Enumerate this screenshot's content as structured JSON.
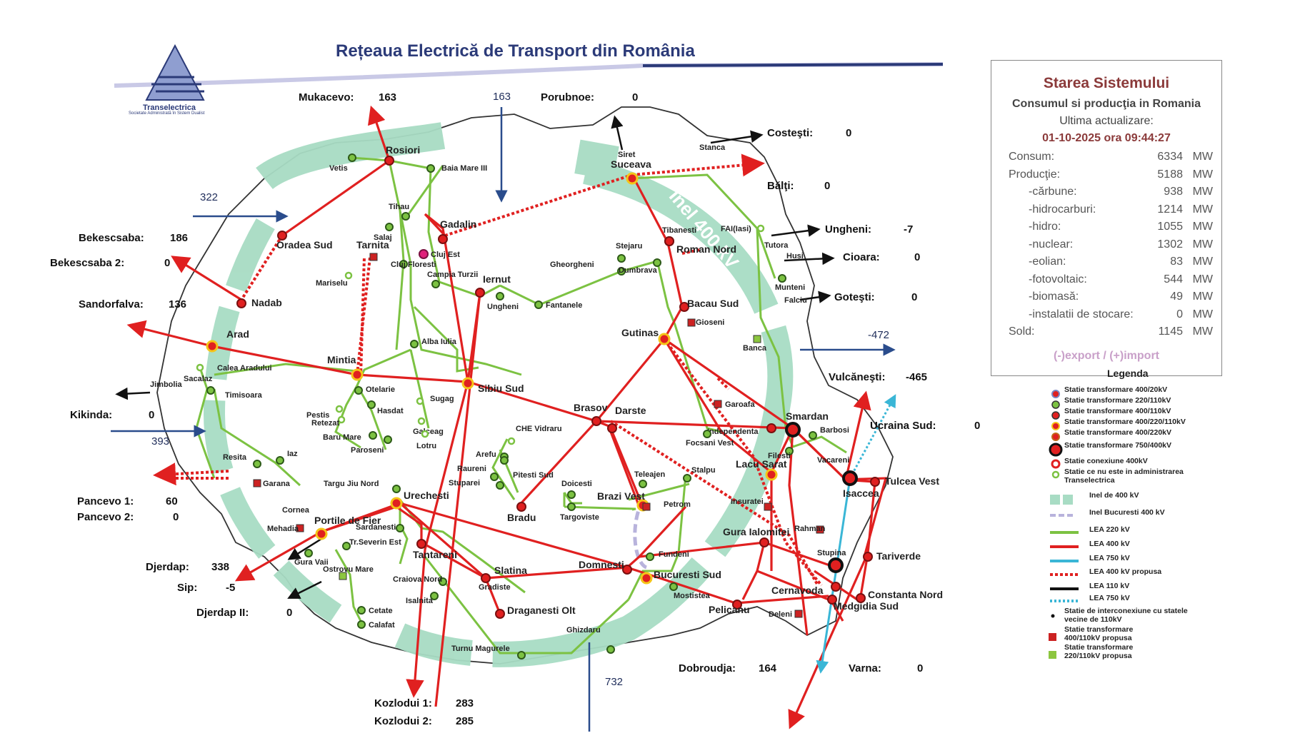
{
  "title": "Rețeaua Electrică de Transport din România",
  "logo": {
    "name": "Transelectrica",
    "sub": "Societate Administrată în Sistem Dualist"
  },
  "panel": {
    "heading": "Starea Sistemului",
    "subheading": "Consumul si producţia in Romania",
    "update_label": "Ultima actualizare:",
    "timestamp": "01-10-2025 ora 09:44:27",
    "rows": [
      {
        "label": "Consum:",
        "value": "6334",
        "unit": "MW",
        "indent": false
      },
      {
        "label": "Producţie:",
        "value": "5188",
        "unit": "MW",
        "indent": false
      },
      {
        "label": "-cărbune:",
        "value": "938",
        "unit": "MW",
        "indent": true
      },
      {
        "label": "-hidrocarburi:",
        "value": "1214",
        "unit": "MW",
        "indent": true
      },
      {
        "label": "-hidro:",
        "value": "1055",
        "unit": "MW",
        "indent": true
      },
      {
        "label": "-nuclear:",
        "value": "1302",
        "unit": "MW",
        "indent": true
      },
      {
        "label": "-eolian:",
        "value": "83",
        "unit": "MW",
        "indent": true
      },
      {
        "label": "-fotovoltaic:",
        "value": "544",
        "unit": "MW",
        "indent": true
      },
      {
        "label": "-biomasă:",
        "value": "49",
        "unit": "MW",
        "indent": true
      },
      {
        "label": "-instalatii de stocare:",
        "value": "0",
        "unit": "MW",
        "indent": true
      },
      {
        "label": "Sold:",
        "value": "1145",
        "unit": "MW",
        "indent": false
      }
    ],
    "note": "(-)export / (+)import"
  },
  "flows": [
    {
      "name": "Mukacevo:",
      "value": "163"
    },
    {
      "name": "Porubnoe:",
      "value": "0"
    },
    {
      "name": "Costeşti:",
      "value": "0"
    },
    {
      "name": "Bălţi:",
      "value": "0"
    },
    {
      "name": "Ungheni:",
      "value": "-7"
    },
    {
      "name": "Cioara:",
      "value": "0"
    },
    {
      "name": "Goteşti:",
      "value": "0"
    },
    {
      "name": "Vulcăneşti:",
      "value": "-465"
    },
    {
      "name": "Ucraina Sud:",
      "value": "0"
    },
    {
      "name": "Bekescsaba:",
      "value": "186"
    },
    {
      "name": "Bekescsaba 2:",
      "value": "0"
    },
    {
      "name": "Sandorfalva:",
      "value": "136"
    },
    {
      "name": "Kikinda:",
      "value": "0"
    },
    {
      "name": "Pancevo 1:",
      "value": "60"
    },
    {
      "name": "Pancevo 2:",
      "value": "0"
    },
    {
      "name": "Djerdap:",
      "value": "338"
    },
    {
      "name": "Sip:",
      "value": "-5"
    },
    {
      "name": "Djerdap II:",
      "value": "0"
    },
    {
      "name": "Kozlodui 1:",
      "value": "283"
    },
    {
      "name": "Kozlodui 2:",
      "value": "285"
    },
    {
      "name": "Dobroudja:",
      "value": "164"
    },
    {
      "name": "Varna:",
      "value": "0"
    }
  ],
  "border_totals": [
    "163",
    "322",
    "393",
    "-472",
    "732"
  ],
  "ring_label": "Inel 400 kV",
  "stations": [
    "Rosiori",
    "Vetis",
    "Baia Mare III",
    "Suceava",
    "Siret",
    "Stanca",
    "Tihau",
    "Salaj",
    "Gadalin",
    "Cluj Est",
    "Tarnita",
    "Cluj Floresti",
    "Campia Turzii",
    "Oradea Sud",
    "Nadab",
    "Mariselu",
    "Iernut",
    "Ungheni",
    "Fantanele",
    "Gheorgheni",
    "Stejaru",
    "Dumbrava",
    "Tibanesti",
    "Roman Nord",
    "FAI(Iasi)",
    "Tutora",
    "Husi",
    "Munteni",
    "Falciu",
    "Bacau Sud",
    "Gioseni",
    "Gutinas",
    "Banca",
    "Arad",
    "Calea Aradului",
    "Mintia",
    "Alba Iulia",
    "Sibiu Sud",
    "Sacalaz",
    "Jimbolia",
    "Timisoara",
    "Otelarie",
    "Pestis",
    "Hasdat",
    "Sugag",
    "Galceag",
    "Retezat",
    "Baru Mare",
    "Paroseni",
    "Lotru",
    "CHE Vidraru",
    "Arefu",
    "Raureni",
    "Stuparei",
    "Pitesti Sud",
    "Brasov",
    "Darste",
    "Garoafa",
    "Smardan",
    "Independenta",
    "Focsani Vest",
    "Barbosi",
    "Filesti",
    "Vacareni",
    "Isaccea",
    "Tulcea Vest",
    "Lacu Sarat",
    "Stalpu",
    "Teleajen",
    "Brazi Vest",
    "Petrom",
    "Doicesti",
    "Targoviste",
    "Bradu",
    "Iaz",
    "Resita",
    "Garana",
    "Cornea",
    "Mehadia",
    "Portile de Fier",
    "Gura Vaii",
    "Sardanesti",
    "Targu Jiu Nord",
    "Urechesti",
    "Tr.Severin Est",
    "Tantareni",
    "Ostrovu Mare",
    "Cetate",
    "Calafat",
    "Craiova Nord",
    "Isalnita",
    "Gradiste",
    "Slatina",
    "Draganesti Olt",
    "Turnu Magurele",
    "Ghizdaru",
    "Domnesti",
    "Bucuresti Sud",
    "Fundeni",
    "Mostistea",
    "Insuratei",
    "Gura Ialomitei",
    "Rahman",
    "Stupina",
    "Tariverde",
    "Cernavoda",
    "Pelicanu",
    "Medgidia Sud",
    "Constanta Nord",
    "Deleni"
  ],
  "legend": {
    "title": "Legenda",
    "items": [
      "Statie transformare 400/20kV",
      "Statie transformare 220/110kV",
      "Statie transformare 400/110kV",
      "Statie transformare 400/220/110kV",
      "Statie transformare 400/220kV",
      "Statie transformare 750/400kV",
      "Statie conexiune 400kV",
      "Statie ce nu este in administrarea Transelectrica",
      "Inel de 400 kV",
      "Inel Bucuresti 400 kV",
      "LEA 220 kV",
      "LEA 400 kV",
      "LEA 750 kV",
      "LEA 400 kV propusa",
      "LEA 110 kV",
      "LEA 750 kV",
      "Statie de interconexiune cu statele vecine de 110kV",
      "Statie transformare 400/110kV propusa",
      "Statie transformare 220/110kV propusa"
    ]
  },
  "colors": {
    "line400": "#e02020",
    "line220": "#7cc242",
    "line750": "#3ab6d6",
    "ring": "#a8dcc4",
    "title": "#2b3a78",
    "panel_head": "#8b3a3a"
  }
}
